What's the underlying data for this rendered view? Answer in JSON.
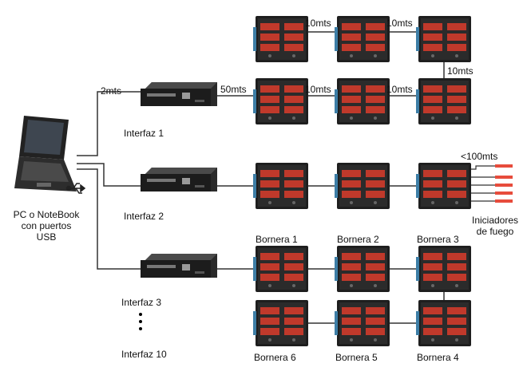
{
  "pc": {
    "label_lines": [
      "PC o NoteBook",
      "con puertos",
      "USB"
    ]
  },
  "usb_icon": "usb-icon",
  "interfaces": [
    "Interfaz 1",
    "Interfaz 2",
    "Interfaz 3",
    "Interfaz 10"
  ],
  "borneras": [
    "Bornera 1",
    "Bornera 2",
    "Bornera 3",
    "Bornera 4",
    "Bornera 5",
    "Bornera 6"
  ],
  "distances": {
    "pc_to_interface": "2mts",
    "interface_to_bornera": "50mts",
    "between_borneras": "10mts",
    "to_igniters": "<100mts"
  },
  "igniters": {
    "label_lines": [
      "Iniciadores",
      "de fuego"
    ]
  },
  "colors": {
    "line": "#333333",
    "board": "#1e1e1e",
    "terminal": "#c0392b",
    "wire": "#e74c3c"
  }
}
